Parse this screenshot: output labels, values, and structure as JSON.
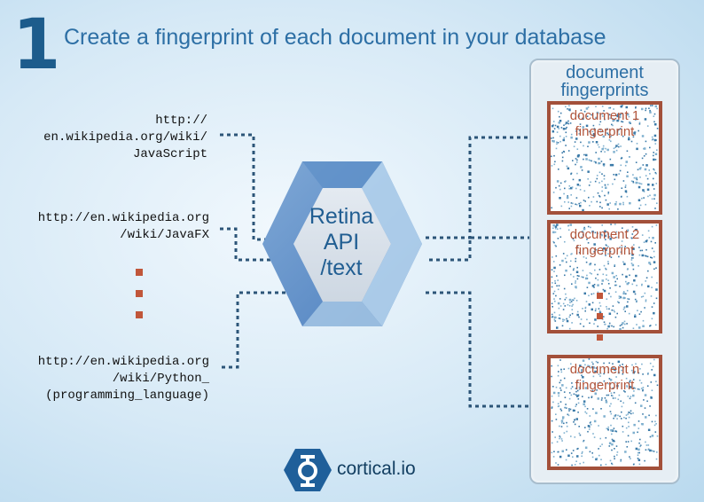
{
  "header": {
    "step_number": "1",
    "title": "Create a fingerprint of each document in your database"
  },
  "inputs": {
    "urls": [
      "http://\nen.wikipedia.org/wiki/\nJavaScript",
      "http://en.wikipedia.org\n/wiki/JavaFX",
      "http://en.wikipedia.org\n/wiki/Python_\n(programming_language)"
    ]
  },
  "api": {
    "label": "Retina\nAPI\n/text"
  },
  "output_panel": {
    "title": "document\nfingerprints",
    "fingerprints": [
      {
        "label": "document 1\nfingerprint"
      },
      {
        "label": "document 2\nfingerprint"
      },
      {
        "label": "document n\nfingerprint"
      }
    ]
  },
  "brand": {
    "logo_text": "cortical.io",
    "logo_icon": "cortical-io-hexagon-icon"
  },
  "colors": {
    "title_blue": "#2d6fa5",
    "dark_blue": "#1d5c8c",
    "fingerprint_border": "#a3503a",
    "dot_red": "#c0563a",
    "connector": "#2c5578"
  }
}
